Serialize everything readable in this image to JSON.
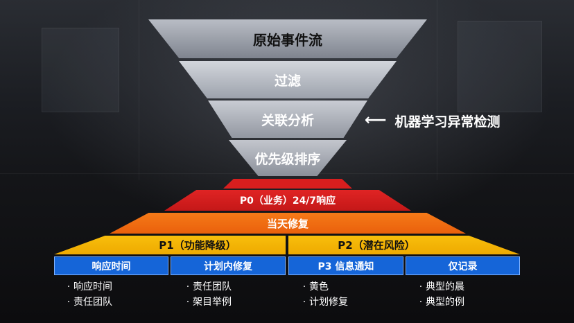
{
  "funnel": {
    "title": "原始事件流",
    "stages": [
      "过滤",
      "关联分析",
      "优先级排序"
    ]
  },
  "annotation": {
    "arrow": "⟵",
    "label": "机器学习异常检测"
  },
  "priorities": {
    "p0": "P0（业务）24/7响应",
    "same_day": "当天修复",
    "p1": "P1（功能降级）",
    "p2": "P2（潜在风险）"
  },
  "actions": [
    {
      "label": "响应时间",
      "bullets": [
        "响应时间",
        "责任团队"
      ]
    },
    {
      "label": "计划内修复",
      "bullets": [
        "责任团队",
        "架目举例"
      ]
    },
    {
      "label": "P3 信息通知",
      "bullets": [
        "黄色",
        "计划修复"
      ]
    },
    {
      "label": "仅记录",
      "bullets": [
        "典型的晨",
        "典型的例"
      ]
    }
  ],
  "colors": {
    "funnel_light": "#c9ccd3",
    "funnel_dark": "#8f949e",
    "p0_red": "#d81e1e",
    "orange": "#f26d12",
    "yellow": "#f6b400",
    "action_blue": "#1565d8"
  }
}
